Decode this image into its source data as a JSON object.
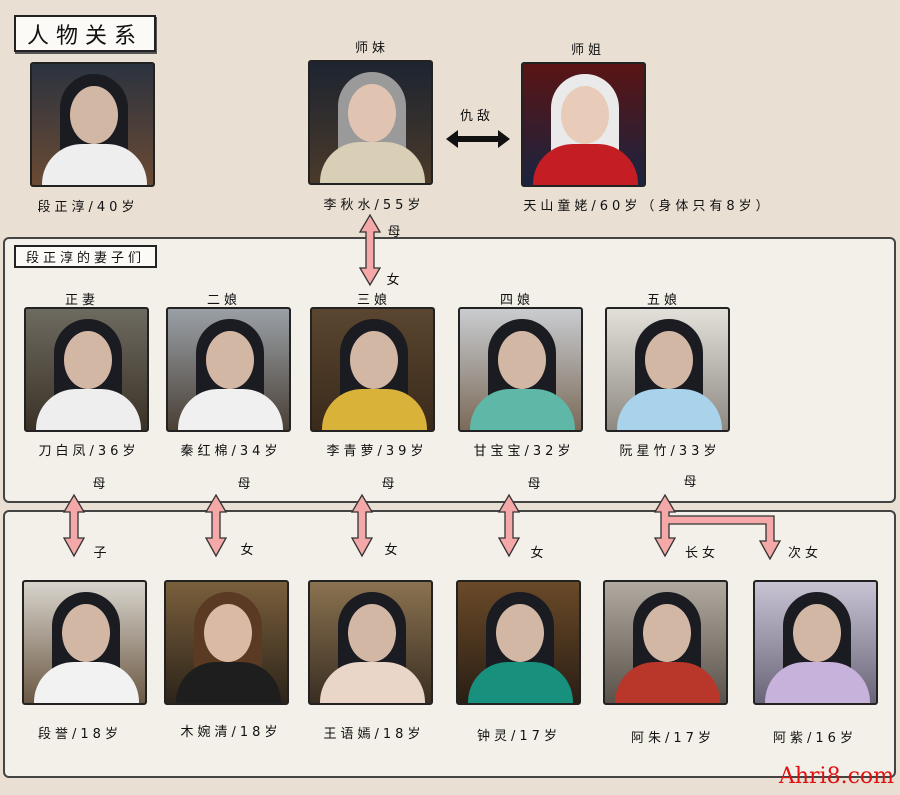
{
  "title": "人物关系",
  "top": {
    "duan_zhengchun": {
      "name": "段正淳/40岁"
    },
    "li_qiushui": {
      "role": "师妹",
      "name": "李秋水/55岁"
    },
    "tianshan": {
      "role": "师姐",
      "name": "天山童姥/60岁（身体只有8岁）"
    },
    "enemy_label": "仇敌",
    "mother_label": "母",
    "daughter_label": "女"
  },
  "wives_section": {
    "title": "段正淳的妻子们",
    "wives": [
      {
        "role": "正妻",
        "name": "刀白凤/36岁",
        "up": "母",
        "down": "子"
      },
      {
        "role": "二娘",
        "name": "秦红棉/34岁",
        "up": "母",
        "down": "女"
      },
      {
        "role": "三娘",
        "name": "李青萝/39岁",
        "up": "母",
        "down": "女"
      },
      {
        "role": "四娘",
        "name": "甘宝宝/32岁",
        "up": "母",
        "down": "女"
      },
      {
        "role": "五娘",
        "name": "阮星竹/33岁",
        "up": "母",
        "down": "长女",
        "down2": "次女"
      }
    ]
  },
  "children": [
    {
      "name": "段誉/18岁"
    },
    {
      "name": "木婉清/18岁"
    },
    {
      "name": "王语嫣/18岁"
    },
    {
      "name": "钟灵/17岁"
    },
    {
      "name": "阿朱/17岁"
    },
    {
      "name": "阿紫/16岁"
    }
  ],
  "watermark": "Ahri8.com",
  "colors": {
    "arrow": "#f4a9a8",
    "background": "#e9dfd3",
    "panel": "#f3efe9"
  }
}
